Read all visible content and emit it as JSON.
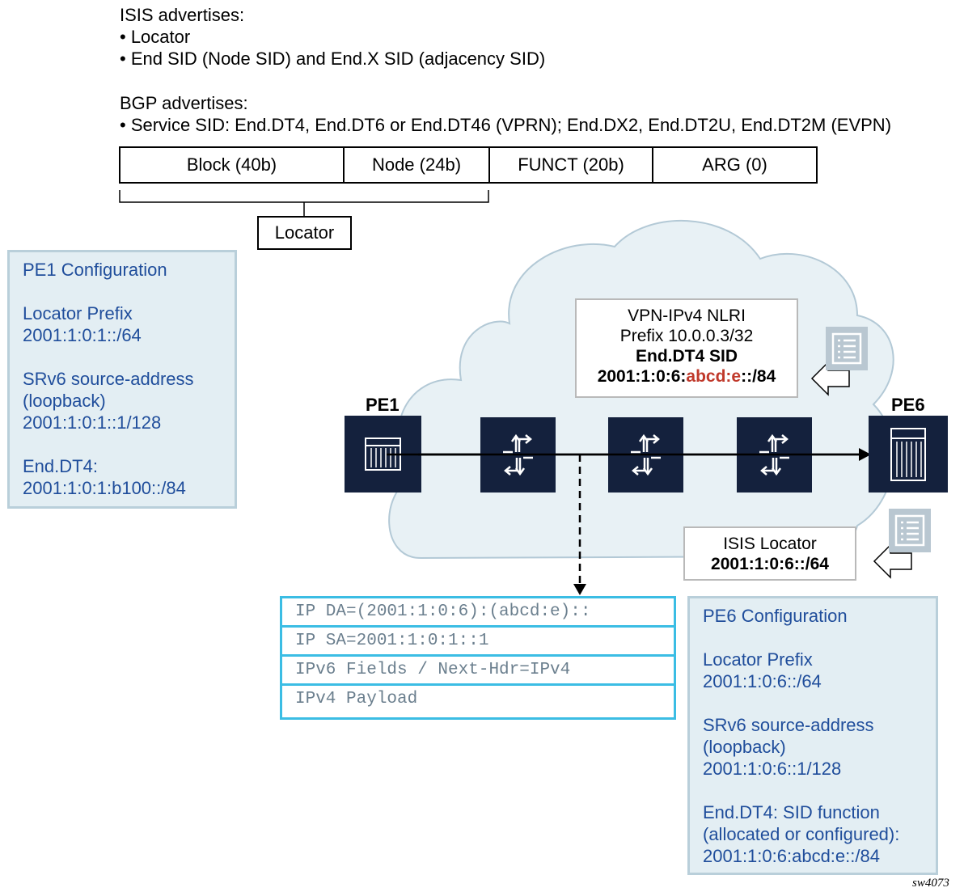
{
  "isis_header": {
    "title": "ISIS advertises:",
    "item1": "• Locator",
    "item2": "• End SID (Node SID) and End.X SID (adjacency SID)"
  },
  "bgp_header": {
    "title": "BGP advertises:",
    "item1": "• Service SID: End.DT4, End.DT6 or End.DT46 (VPRN); End.DX2, End.DT2U, End.DT2M (EVPN)"
  },
  "sid_format": {
    "block": "Block (40b)",
    "node": "Node (24b)",
    "funct": "FUNCT (20b)",
    "arg": "ARG (0)",
    "locator_label": "Locator"
  },
  "pe1_config": {
    "title": "PE1 Configuration",
    "locator_label": "Locator Prefix",
    "locator_value": "2001:1:0:1::/64",
    "source_label1": "SRv6 source-address",
    "source_label2": "(loopback)",
    "source_value": "2001:1:0:1::1/128",
    "dt4_label": "End.DT4:",
    "dt4_value": "2001:1:0:1:b100::/84"
  },
  "pe6_config": {
    "title": "PE6 Configuration",
    "locator_label": "Locator Prefix",
    "locator_value": "2001:1:0:6::/64",
    "source_label1": "SRv6 source-address",
    "source_label2": "(loopback)",
    "source_value": "2001:1:0:6::1/128",
    "dt4_label1": "End.DT4: SID function",
    "dt4_label2": "(allocated or configured):",
    "dt4_value": "2001:1:0:6:abcd:e::/84"
  },
  "vpn_callout": {
    "line1": "VPN-IPv4 NLRI",
    "line2": "Prefix 10.0.0.3/32",
    "line3": "End.DT4 SID",
    "line4_prefix": "2001:1:0:6:",
    "line4_highlight": "abcd:e",
    "line4_suffix": "::/84",
    "highlight_color": "#c0392b"
  },
  "isis_callout": {
    "line1": "ISIS Locator",
    "line2": "2001:1:0:6::/64"
  },
  "nodes": {
    "pe1": "PE1",
    "pe6": "PE6"
  },
  "packet_header": [
    "IP DA=(2001:1:0:6):(abcd:e)::",
    "IP SA=2001:1:0:1::1",
    "IPv6 Fields / Next-Hdr=IPv4",
    "IPv4 Payload"
  ],
  "figure_id": "sw4073",
  "colors": {
    "config_bg": "#e3eef3",
    "config_text": "#1f4d9b",
    "node_fill": "#14213d",
    "cloud_fill": "#e8f1f5",
    "header_border": "#3bbde4"
  }
}
